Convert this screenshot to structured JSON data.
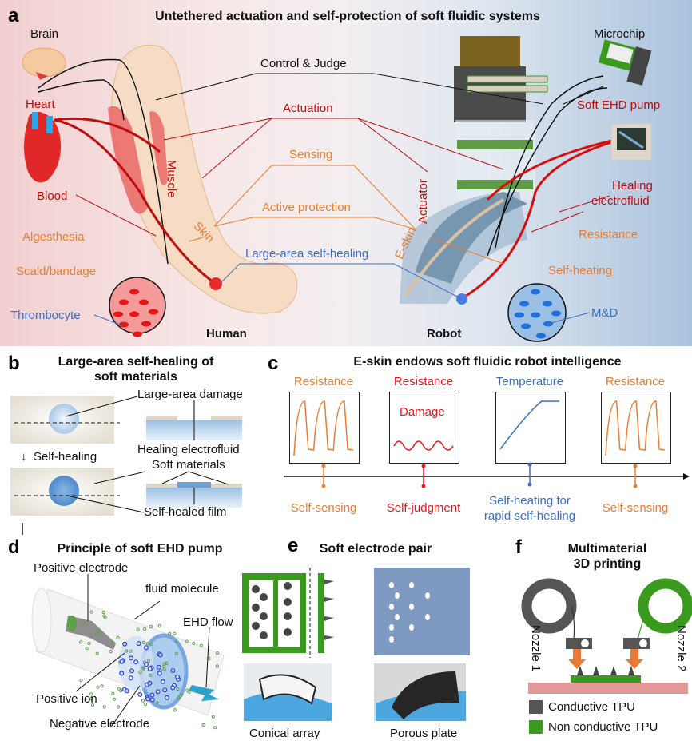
{
  "panel_a": {
    "letter": "a",
    "title": "Untethered actuation and self-protection of soft fluidic systems",
    "human_side": {
      "caption": "Human",
      "brain": "Brain",
      "heart": "Heart",
      "blood": "Blood",
      "muscle": "Muscle",
      "skin": "Skin",
      "algesthesia": "Algesthesia",
      "scald": "Scald/bandage",
      "thrombocyte": "Thrombocyte"
    },
    "center_links": {
      "control": "Control & Judge",
      "actuation": "Actuation",
      "sensing": "Sensing",
      "active_protection": "Active protection",
      "self_healing": "Large-area self-healing"
    },
    "robot_side": {
      "caption": "Robot",
      "microchip": "Microchip",
      "pump": "Soft EHD pump",
      "actuator": "Actuator",
      "eskin": "E-skin",
      "healing_fluid_1": "Healing",
      "healing_fluid_2": "electrofluid",
      "resistance": "Resistance",
      "self_heating": "Self-heating",
      "md": "M&D"
    },
    "colors": {
      "black": "#111111",
      "red": "#c00d0d",
      "orange": "#ea7d2f",
      "blue": "#3a6fc4"
    }
  },
  "panel_b": {
    "letter": "b",
    "title_1": "Large-area self-healing of",
    "title_2": "soft materials",
    "damage": "Large-area damage",
    "healing_fluid": "Healing electrofluid",
    "arrow_label": "Self-healing",
    "soft_materials": "Soft materials",
    "healed_film": "Self-healed film"
  },
  "panel_c": {
    "letter": "c",
    "title": "E-skin endows soft fluidic robot intelligence",
    "stages": [
      {
        "header": "Resistance",
        "inner": "",
        "caption_1": "Self-sensing",
        "caption_2": "",
        "color": "#ea7d2f",
        "signal": "periodic-peaks"
      },
      {
        "header": "Resistance",
        "inner": "Damage",
        "caption_1": "Self-judgment",
        "caption_2": "",
        "color": "#e8151b",
        "signal": "low-wave"
      },
      {
        "header": "Temperature",
        "inner": "",
        "caption_1": "Self-heating for",
        "caption_2": "rapid self-healing",
        "color": "#3a6fc4",
        "signal": "rising-plateau"
      },
      {
        "header": "Resistance",
        "inner": "",
        "caption_1": "Self-sensing",
        "caption_2": "",
        "color": "#ea7d2f",
        "signal": "periodic-peaks"
      }
    ]
  },
  "panel_d": {
    "letter": "d",
    "title": "Principle of soft EHD pump",
    "positive_electrode": "Positive electrode",
    "fluid_molecule": "fluid molecule",
    "ehd_flow": "EHD flow",
    "positive_ion": "Positive ion",
    "negative_electrode": "Negative electrode"
  },
  "panel_e": {
    "letter": "e",
    "title": "Soft electrode pair",
    "conical": "Conical array",
    "porous": "Porous plate"
  },
  "panel_f": {
    "letter": "f",
    "title_1": "Multimaterial",
    "title_2": "3D printing",
    "nozzle_1": "Nozzle 1",
    "nozzle_2": "Nozzle 2",
    "legend": [
      {
        "label": "Conductive TPU",
        "color": "#555555"
      },
      {
        "label": "Non conductive TPU",
        "color": "#3a9a1e"
      }
    ]
  }
}
